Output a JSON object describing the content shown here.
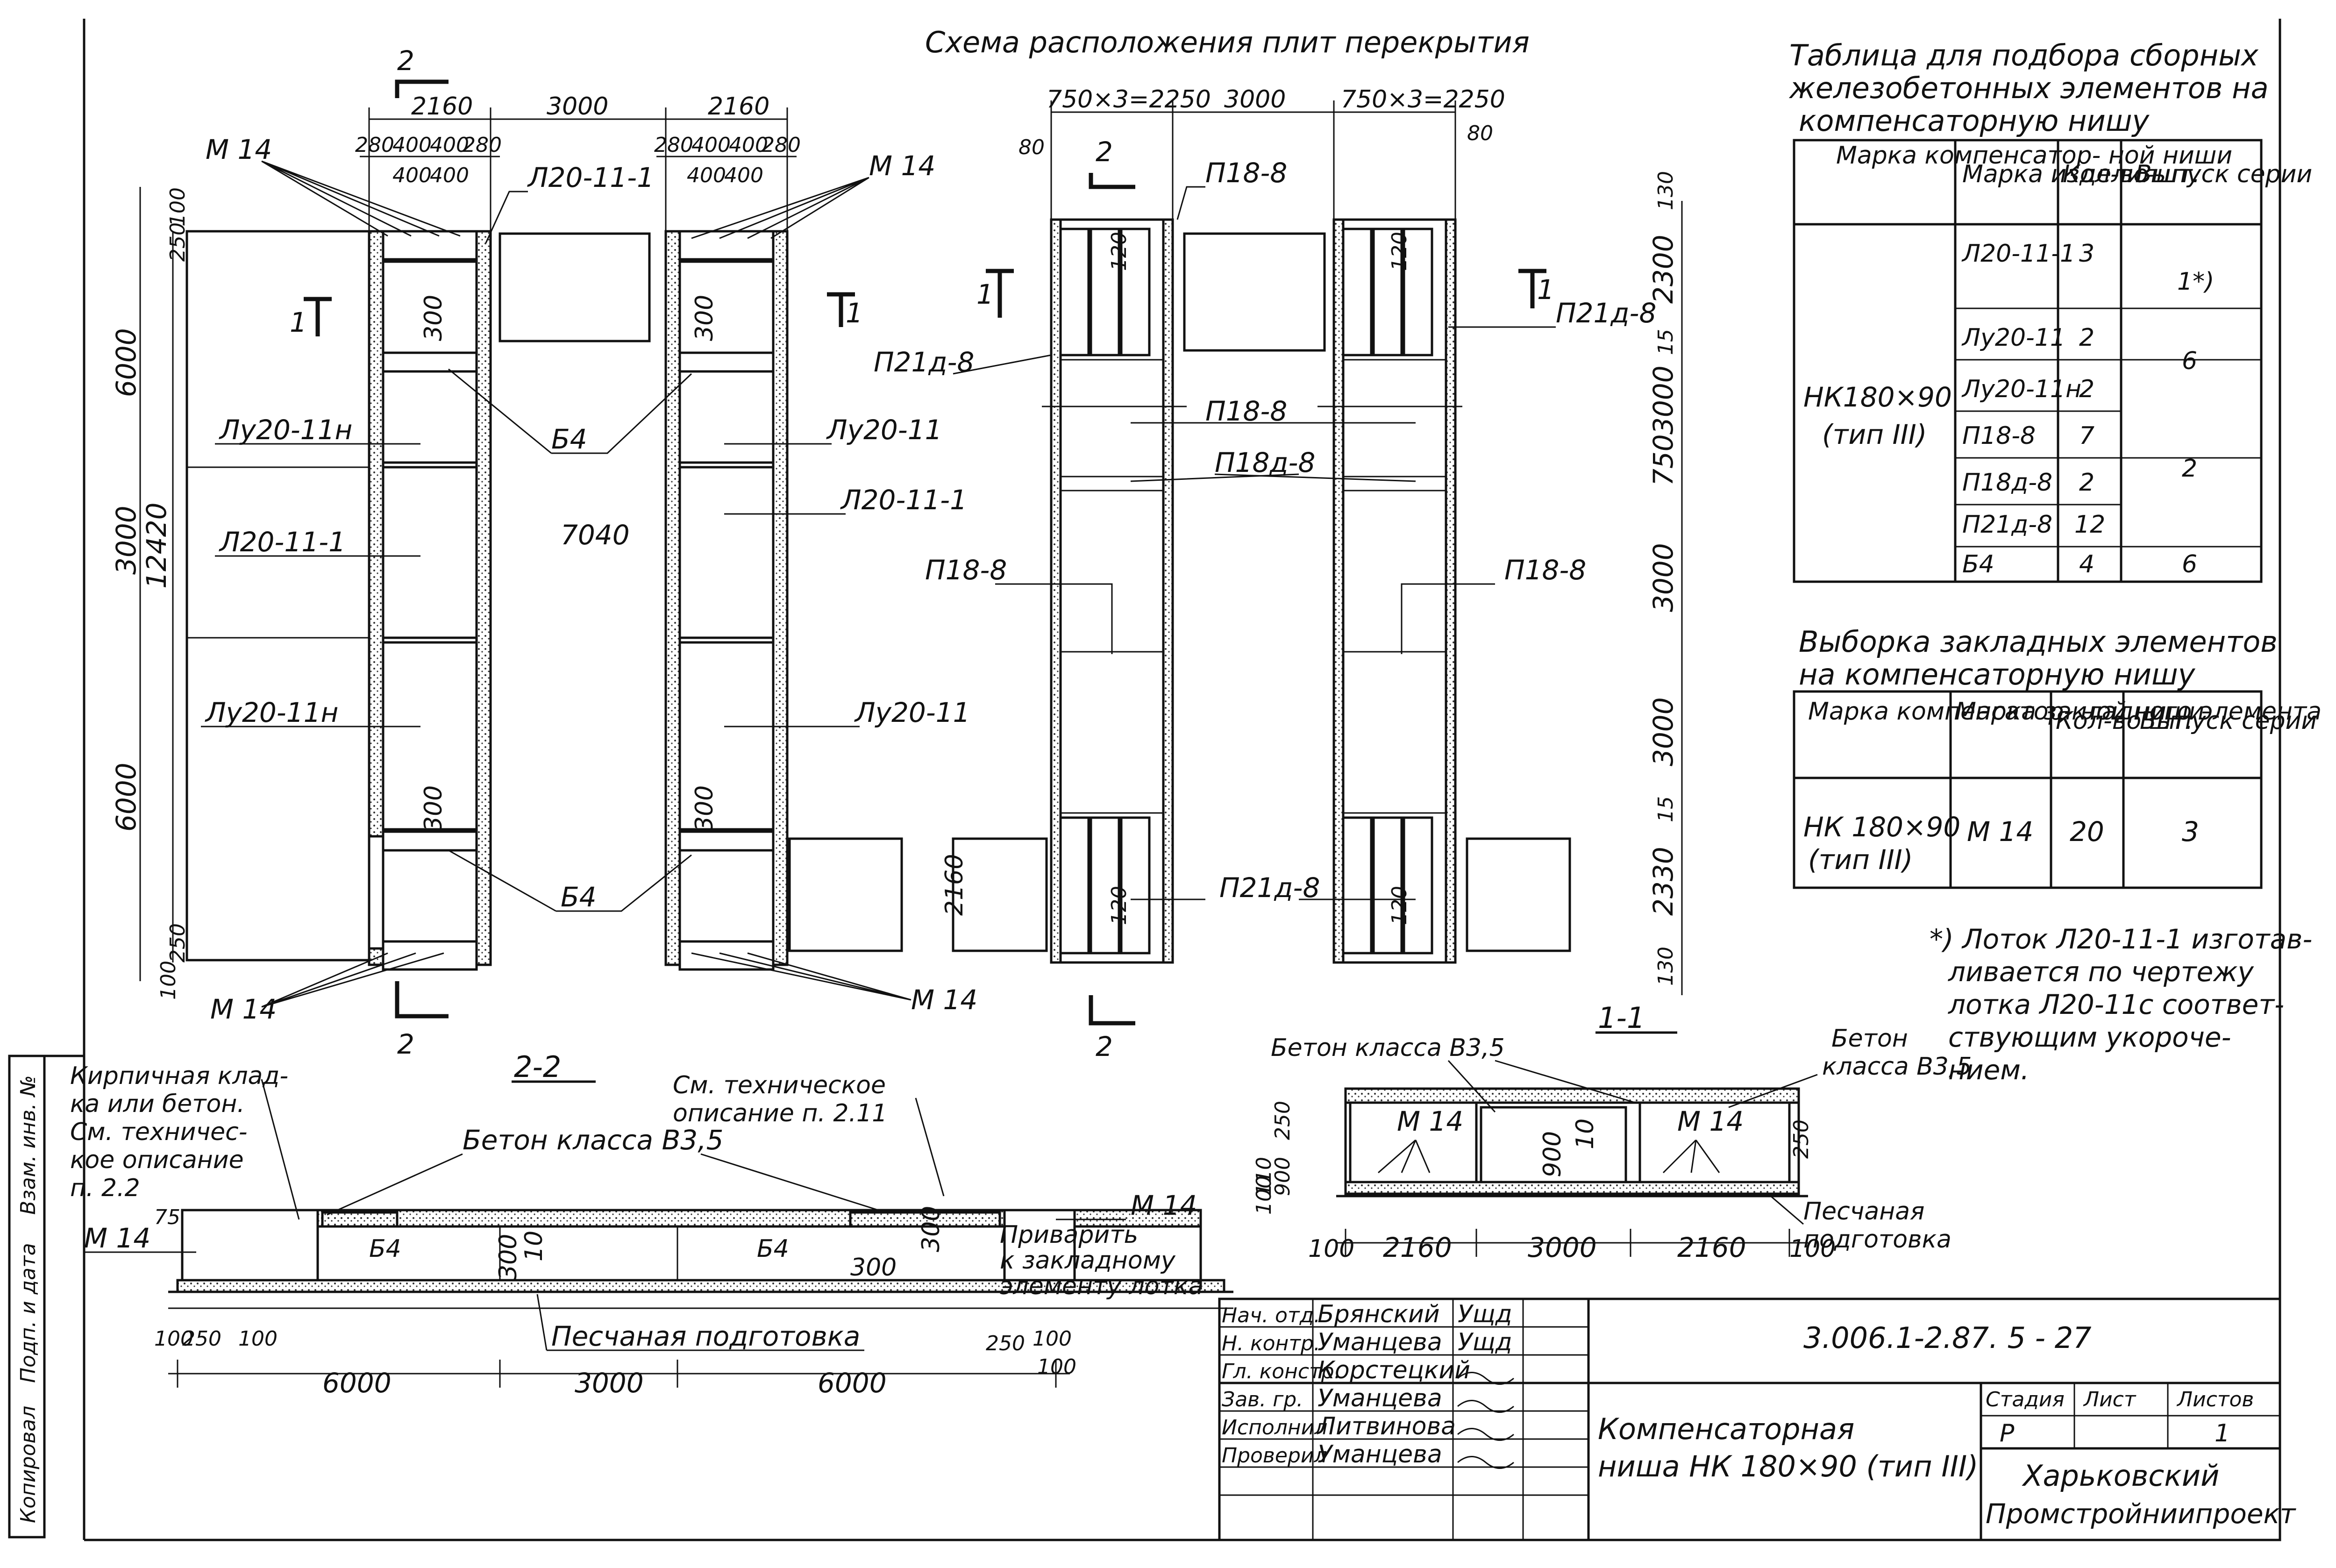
{
  "plan": {
    "title": "Схема расположения плит перекрытия",
    "top_dims_left": [
      "2160",
      "3000",
      "2160"
    ],
    "sub_dims_left": [
      "280",
      "400",
      "400",
      "280"
    ],
    "sub_dims_left2": [
      "400",
      "400"
    ],
    "sub_dims_right": [
      "280",
      "400",
      "400",
      "280"
    ],
    "sub_dims_right2": [
      "400",
      "400"
    ],
    "top_dims_right": [
      "750×3=2250",
      "3000",
      "750×3=2250"
    ],
    "dim_80": "80",
    "left_vertical_dims": [
      "100",
      "250",
      "6000",
      "3000",
      "12420",
      "6000",
      "100",
      "250"
    ],
    "right_vertical_dims": [
      "130",
      "2300",
      "15",
      "3000",
      "750",
      "3000",
      "3000",
      "15",
      "2330",
      "130"
    ],
    "dim_7040": "7040",
    "dim_300": "300",
    "dim_2160": "2160",
    "dim_120": "120",
    "labels": {
      "m14": "М 14",
      "l20_11_1": "Л20-11-1",
      "lu20_11n": "Лу20-11н",
      "lu20_11": "Лу20-11",
      "b4": "Б4",
      "p18_8": "П18-8",
      "p18d_8": "П18д-8",
      "p21d_8": "П21д-8"
    },
    "section_marks": {
      "s2": "2",
      "s1": "1"
    }
  },
  "section_2_2": {
    "title": "2-2",
    "note_left": [
      "Кирпичная клад-",
      "ка или бетон.",
      "См. техничес-",
      "кое описание",
      "п. 2.2"
    ],
    "note_tech": [
      "См. техническое",
      "описание п. 2.11"
    ],
    "concrete": "Бетон класса В3,5",
    "m14": "М 14",
    "b4": "Б4",
    "weld_note": [
      "Приварить",
      "к закладному",
      "элементу лотка"
    ],
    "sand": "Песчаная подготовка",
    "dims": [
      "6000",
      "3000",
      "6000"
    ],
    "small_dims": [
      "75",
      "100",
      "250",
      "100",
      "300",
      "10",
      "300",
      "300",
      "250",
      "100",
      "100"
    ]
  },
  "section_1_1": {
    "title": "1-1",
    "concrete": "Бетон класса В3,5",
    "concrete_right": [
      "Бетон",
      "класса В3,5"
    ],
    "m14": "М 14",
    "sand": [
      "Песчаная",
      "подготовка"
    ],
    "dims": [
      "100",
      "2160",
      "3000",
      "2160",
      "100"
    ],
    "small_dims": [
      "250",
      "900",
      "110",
      "100",
      "900",
      "10",
      "250"
    ]
  },
  "table1": {
    "title": [
      "Таблица для подбора сборных",
      "железобетонных элементов на",
      "компенсаторную нишу"
    ],
    "headers": [
      "Марка компенсатор- ной ниши",
      "Марка изделия",
      "Кол-во шт.",
      "Выпуск серии"
    ],
    "niche": [
      "НК180×90",
      "(тип III)"
    ],
    "rows": [
      {
        "item": "Л20-11-1",
        "qty": "3",
        "series": "1*)"
      },
      {
        "item": "Лу20-11",
        "qty": "2",
        "series": ""
      },
      {
        "item": "Лу20-11н",
        "qty": "2",
        "series": "6"
      },
      {
        "item": "П18-8",
        "qty": "7",
        "series": ""
      },
      {
        "item": "П18д-8",
        "qty": "2",
        "series": "2"
      },
      {
        "item": "П21д-8",
        "qty": "12",
        "series": ""
      },
      {
        "item": "Б4",
        "qty": "4",
        "series": "6"
      }
    ]
  },
  "table2": {
    "title": [
      "Выборка закладных элементов",
      "на компенсаторную нишу"
    ],
    "headers": [
      "Марка компенсатор- ной ниши",
      "Марка закладного элемента",
      "Кол-во шт.",
      "Выпуск серии"
    ],
    "row": {
      "niche": [
        "НК 180×90",
        "(тип III)"
      ],
      "item": "М 14",
      "qty": "20",
      "series": "3"
    }
  },
  "footnote": [
    "*) Лоток Л20-11-1 изготав-",
    "ливается по чертежу",
    "лотка Л20-11с соответ-",
    "ствующим укороче-",
    "нием."
  ],
  "title_block": {
    "code": "3.006.1-2.87. 5 - 27",
    "roles": [
      "Нач. отд.",
      "Н. контр.",
      "Гл. констр.",
      "Зав. гр.",
      "Исполнил",
      "Проверил"
    ],
    "names": [
      "Брянский",
      "Уманцева",
      "Корстецкий",
      "Уманцева",
      "Литвинова",
      "Уманцева"
    ],
    "signatures": [
      "Ущд",
      "Ущд",
      "",
      "",
      "",
      ""
    ],
    "drawing_name": [
      "Компенсаторная",
      "ниша НК 180×90 (тип III)"
    ],
    "stage_headers": [
      "Стадия",
      "Лист",
      "Листов"
    ],
    "stage_values": [
      "Р",
      "",
      "1"
    ],
    "org": [
      "Харьковский",
      "Промстройниипроект"
    ]
  },
  "side_strip": {
    "text1": "Копировал",
    "text2": "Подп. и дата",
    "text3": "Взам. инв. №"
  }
}
